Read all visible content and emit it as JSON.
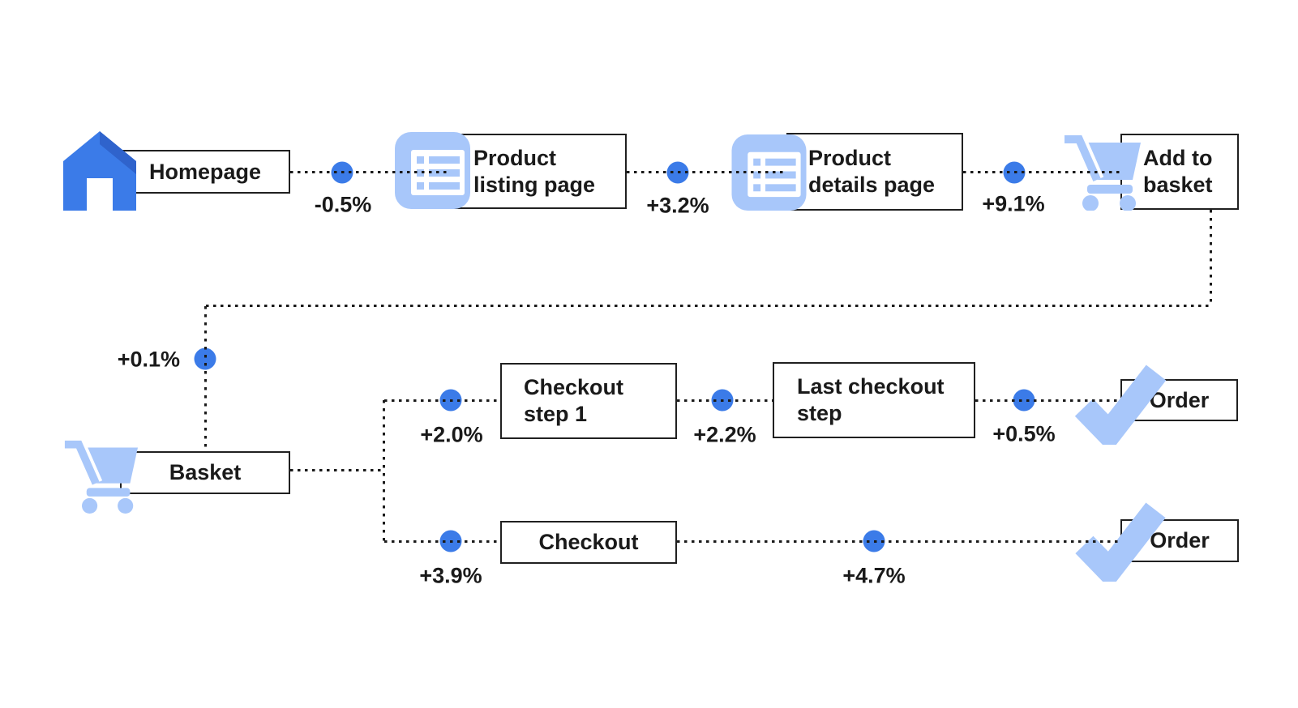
{
  "palette": {
    "blue": "#3B7BE8",
    "blue_dark": "#2F63CC",
    "light_blue": "#A8C7FA",
    "ink": "#1A1A1A",
    "paper": "#FFFFFF"
  },
  "icons": {
    "homepage": "home-icon",
    "product_pages": "list-icon",
    "basket_steps": "cart-icon",
    "order_steps": "check-icon"
  },
  "nodes": {
    "homepage": {
      "label": "Homepage"
    },
    "product_listing": {
      "label": "Product listing page"
    },
    "product_details": {
      "label": "Product details page"
    },
    "add_to_basket": {
      "label": "Add to basket"
    },
    "basket": {
      "label": "Basket"
    },
    "checkout_step_1": {
      "label": "Checkout step 1"
    },
    "last_checkout_step": {
      "label": "Last checkout step"
    },
    "order_top": {
      "label": "Order"
    },
    "checkout": {
      "label": "Checkout"
    },
    "order_bottom": {
      "label": "Order"
    }
  },
  "edges": {
    "homepage_to_listing": {
      "label": "-0.5%"
    },
    "listing_to_details": {
      "label": "+3.2%"
    },
    "details_to_add_to_basket": {
      "label": "+9.1%"
    },
    "add_to_basket_to_basket": {
      "label": "+0.1%"
    },
    "basket_to_checkout_step_1": {
      "label": "+2.0%"
    },
    "checkout_step_1_to_last_checkout": {
      "label": "+2.2%"
    },
    "last_checkout_to_order": {
      "label": "+0.5%"
    },
    "basket_to_checkout": {
      "label": "+3.9%"
    },
    "checkout_to_order": {
      "label": "+4.7%"
    }
  }
}
